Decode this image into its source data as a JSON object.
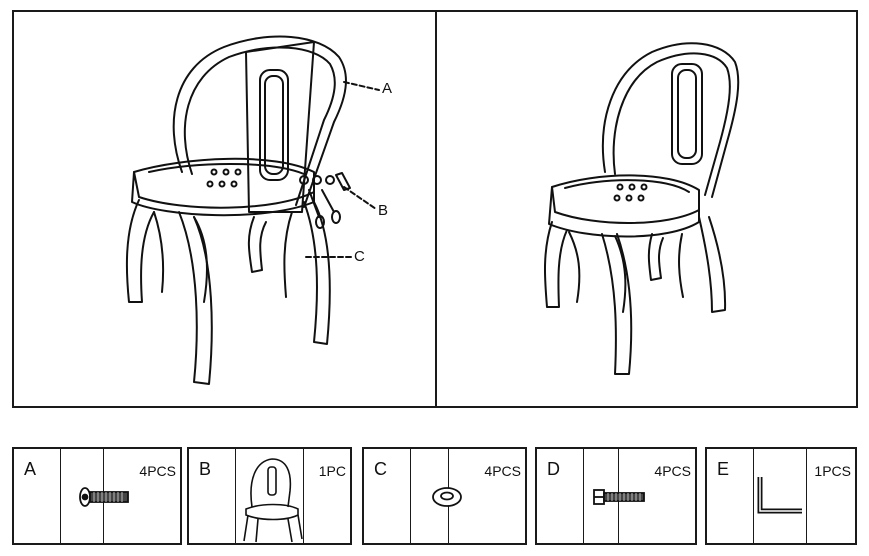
{
  "callouts": {
    "a": "A",
    "b": "B",
    "c": "C"
  },
  "parts": [
    {
      "letter": "A",
      "qty": "4PCS",
      "icon": "hex-socket-bolt-icon"
    },
    {
      "letter": "B",
      "qty": "1PC",
      "icon": "chair-icon"
    },
    {
      "letter": "C",
      "qty": "4PCS",
      "icon": "washer-icon"
    },
    {
      "letter": "D",
      "qty": "4PCS",
      "icon": "hex-bolt-icon"
    },
    {
      "letter": "E",
      "qty": "1PCS",
      "icon": "allen-key-icon"
    }
  ]
}
